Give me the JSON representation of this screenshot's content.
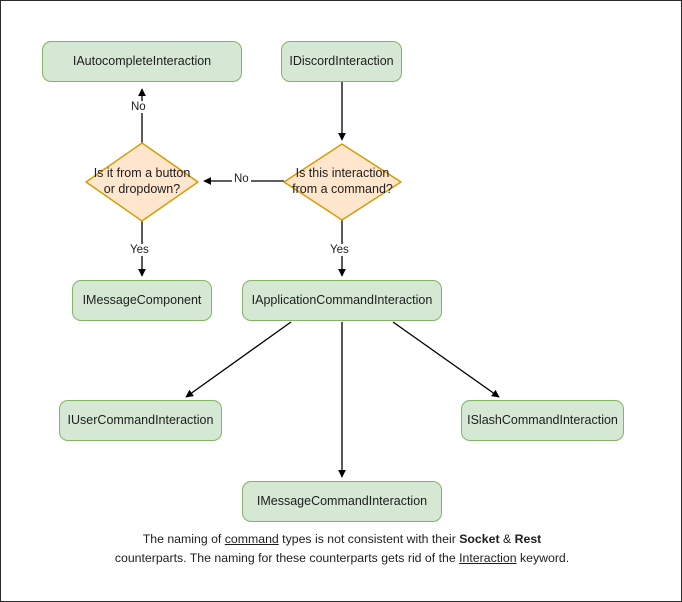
{
  "diagram": {
    "title": "Discord interaction type hierarchy flowchart",
    "colors": {
      "box_fill": "#d5e8d4",
      "box_stroke": "#82b366",
      "diamond_fill": "#ffe6cc",
      "diamond_stroke": "#d79b00",
      "edge_stroke": "#000000",
      "canvas_border": "#2b2b2b",
      "background": "#ffffff"
    },
    "nodes": {
      "autocomplete": {
        "label": "IAutocompleteInteraction",
        "shape": "rounded-rect"
      },
      "discord": {
        "label": "IDiscordInteraction",
        "shape": "rounded-rect"
      },
      "decision_button": {
        "label": "Is it from a button or dropdown?",
        "shape": "diamond"
      },
      "decision_command": {
        "label": "Is this interaction from a command?",
        "shape": "diamond"
      },
      "message_component": {
        "label": "IMessageComponent",
        "shape": "rounded-rect"
      },
      "application_command": {
        "label": "IApplicationCommandInteraction",
        "shape": "rounded-rect"
      },
      "user_command": {
        "label": "IUserCommandInteraction",
        "shape": "rounded-rect"
      },
      "slash_command": {
        "label": "ISlashCommandInteraction",
        "shape": "rounded-rect"
      },
      "message_command": {
        "label": "IMessageCommandInteraction",
        "shape": "rounded-rect"
      }
    },
    "edge_labels": {
      "autocomplete_no": "No",
      "command_no": "No",
      "button_yes": "Yes",
      "command_yes": "Yes"
    },
    "note": {
      "line1_a": "The naming of ",
      "line1_underlined": "command",
      "line1_b": " types is not consistent with their",
      "line2_bold_a": "Socket",
      "line2_amp": " & ",
      "line2_bold_b": "Rest",
      "line2_rest": " counterparts. The naming for these",
      "line3_a": "counterparts gets rid of the ",
      "line3_underlined": "Interaction",
      "line3_b": " keyword."
    }
  }
}
